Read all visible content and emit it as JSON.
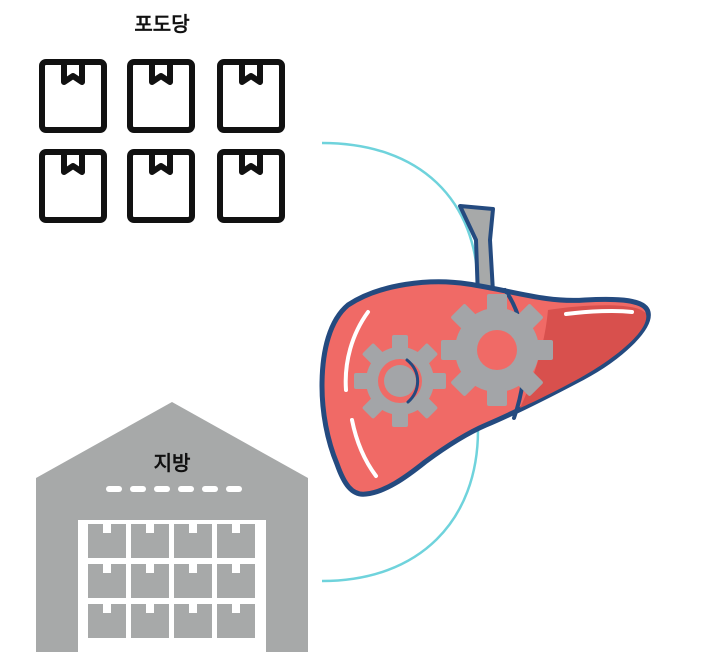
{
  "glycogen_group": {
    "label": "포도당",
    "box_count": 6
  },
  "warehouse": {
    "label": "지방"
  },
  "colors": {
    "box_stroke": "#111111",
    "connector": "#6fd3dc",
    "liver_fill": "#f06a66",
    "liver_outline": "#244a7f",
    "liver_shade": "#d8504d",
    "gear": "#a3a5a8",
    "warehouse": "#a7a9a9",
    "vessel": "#a7a9a9"
  }
}
